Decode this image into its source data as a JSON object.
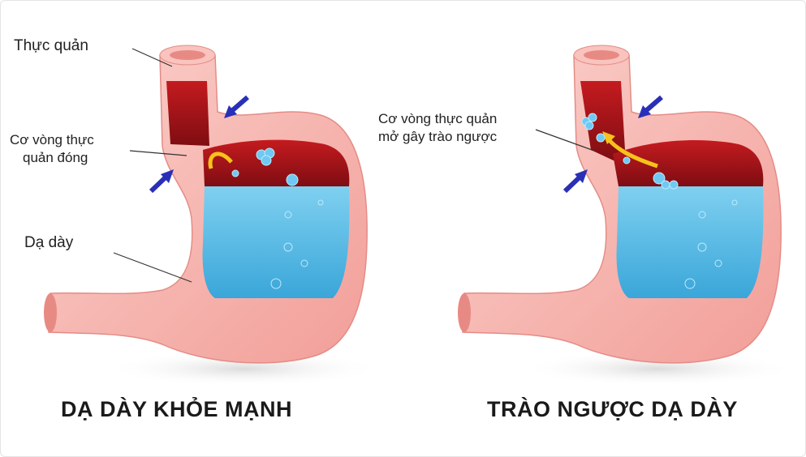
{
  "left_panel": {
    "labels": {
      "esophagus": "Thực quản",
      "sphincter_line1": "Cơ vòng thực",
      "sphincter_line2": "quản đóng",
      "stomach": "Dạ dày"
    },
    "title": "DẠ DÀY KHỎE MẠNH"
  },
  "right_panel": {
    "labels": {
      "sphincter_line1": "Cơ vòng thực quản",
      "sphincter_line2": "mở gây trào ngược"
    },
    "title": "TRÀO NGƯỢC DẠ DÀY"
  },
  "colors": {
    "stomach_wall": "#f7b3ad",
    "stomach_inner": "#a3141a",
    "acid": "#52b8e3",
    "arrow": "#2a2fb8",
    "reflux_arrow": "#f6c21b"
  }
}
